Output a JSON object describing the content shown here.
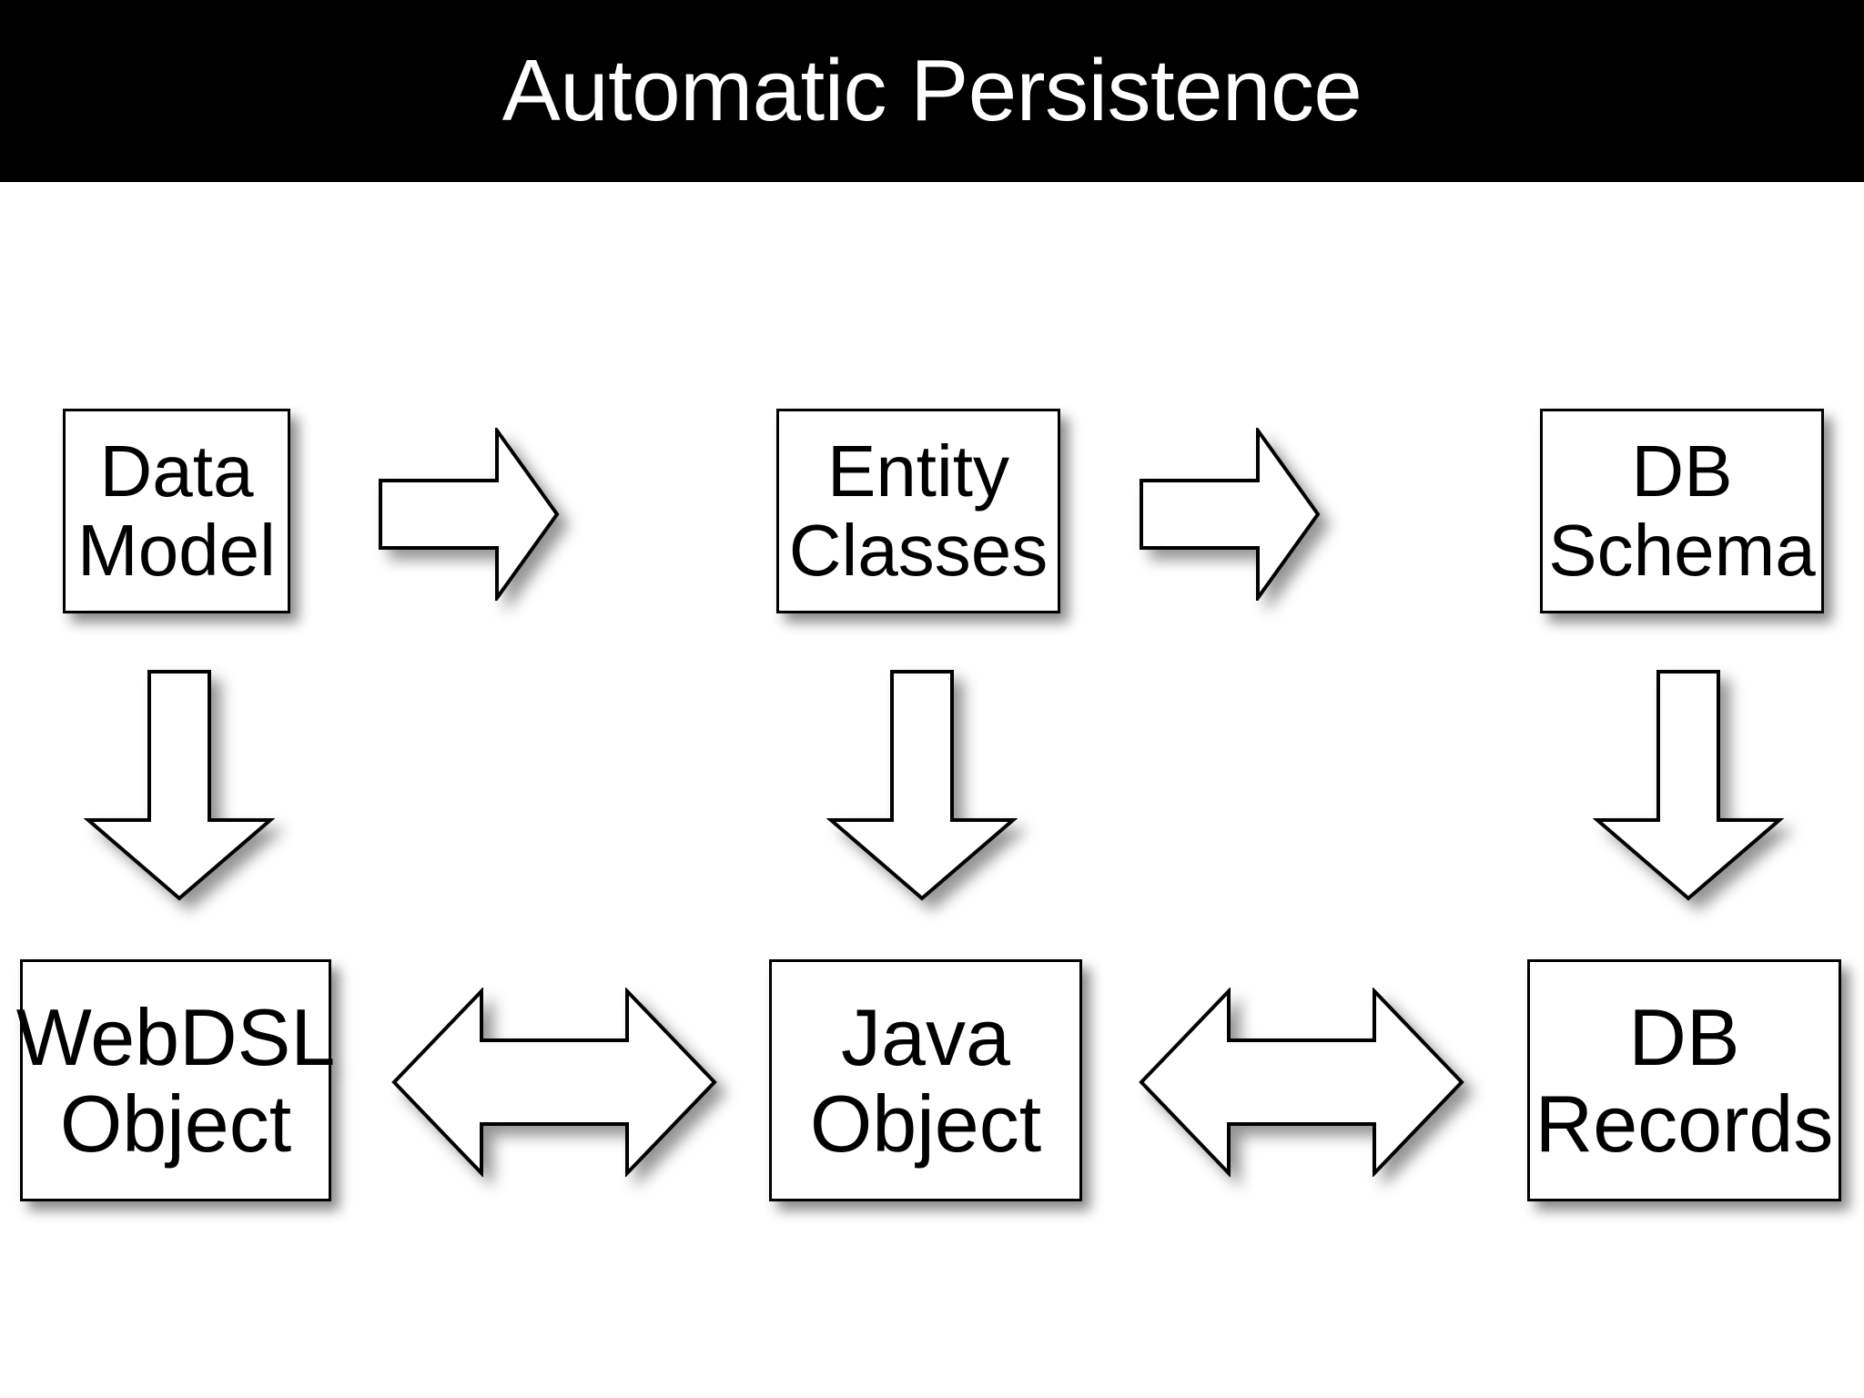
{
  "slide": {
    "title": "Automatic Persistence",
    "background_color": "#ffffff",
    "title_bar_color": "#000000",
    "title_text_color": "#ffffff"
  },
  "diagram": {
    "type": "flow-diagram",
    "nodes": [
      {
        "id": "data-model",
        "line1": "Data",
        "line2": "Model",
        "row": "top",
        "column": 1
      },
      {
        "id": "entity-classes",
        "line1": "Entity",
        "line2": "Classes",
        "row": "top",
        "column": 2
      },
      {
        "id": "db-schema",
        "line1": "DB",
        "line2": "Schema",
        "row": "top",
        "column": 3
      },
      {
        "id": "webdsl-object",
        "line1": "WebDSL",
        "line2": "Object",
        "row": "bottom",
        "column": 1
      },
      {
        "id": "java-object",
        "line1": "Java",
        "line2": "Object",
        "row": "bottom",
        "column": 2
      },
      {
        "id": "db-records",
        "line1": "DB",
        "line2": "Records",
        "row": "bottom",
        "column": 3
      }
    ],
    "edges": [
      {
        "id": "dm-to-entity",
        "from": "data-model",
        "to": "entity-classes",
        "direction": "right"
      },
      {
        "id": "entity-to-dbs",
        "from": "entity-classes",
        "to": "db-schema",
        "direction": "right"
      },
      {
        "id": "dm-to-webdsl",
        "from": "data-model",
        "to": "webdsl-object",
        "direction": "down"
      },
      {
        "id": "entity-to-java",
        "from": "entity-classes",
        "to": "java-object",
        "direction": "down"
      },
      {
        "id": "dbs-to-dbr",
        "from": "db-schema",
        "to": "db-records",
        "direction": "down"
      },
      {
        "id": "webdsl-java",
        "from": "webdsl-object",
        "to": "java-object",
        "direction": "both"
      },
      {
        "id": "java-dbr",
        "from": "java-object",
        "to": "db-records",
        "direction": "both"
      }
    ],
    "style": {
      "node_fill": "#ffffff",
      "node_stroke": "#000000",
      "arrow_fill": "#ffffff",
      "arrow_stroke": "#000000",
      "shadow": "drop-shadow"
    }
  }
}
